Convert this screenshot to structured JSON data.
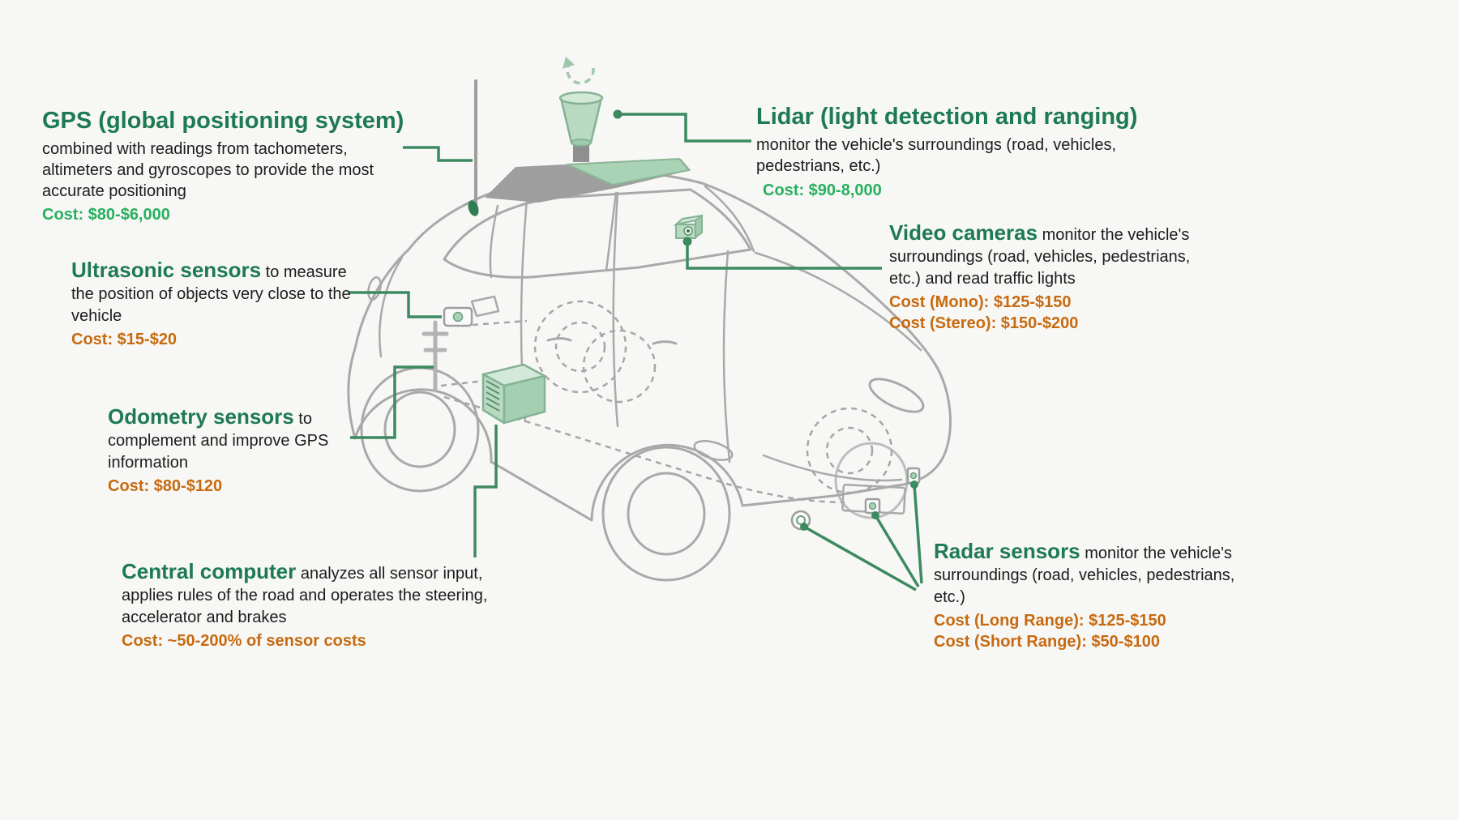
{
  "figure": {
    "alt": "Outline drawing of a self-driving car with sensor locations highlighted in green"
  },
  "colors": {
    "background": "#f7f7f5",
    "heading_green": "#1d7a52",
    "cost_green": "#27b05e",
    "cost_orange": "#c76a10",
    "connector_green": "#3c8a60",
    "car_outline_gray": "#a9a9a9",
    "sensor_fill_green": "#b7dac1"
  },
  "labels": {
    "gps": {
      "title": "GPS (global positioning system)",
      "description": "combined with readings from tachometers, altimeters and gyroscopes to provide the most accurate positioning",
      "cost": "Cost: $80-$6,000"
    },
    "lidar": {
      "title": "Lidar (light detection and ranging)",
      "description": "monitor the vehicle's surroundings (road, vehicles, pedestrians, etc.)",
      "cost": "Cost: $90-8,000"
    },
    "video_cameras": {
      "title": "Video cameras",
      "description": " monitor the vehicle's surroundings (road, vehicles, pedestrians, etc.) and read traffic lights",
      "cost_mono": "Cost (Mono): $125-$150",
      "cost_stereo": "Cost (Stereo): $150-$200"
    },
    "ultrasonic": {
      "title": "Ultrasonic sensors",
      "description": " to measure the position of objects very close to the vehicle",
      "cost": "Cost: $15-$20"
    },
    "odometry": {
      "title": "Odometry sensors",
      "description": " to complement and improve GPS information",
      "cost": "Cost: $80-$120"
    },
    "central_computer": {
      "title": "Central computer",
      "description": " analyzes all sensor input, applies rules of the road and operates the steering, accelerator and brakes",
      "cost": "Cost: ~50-200% of sensor costs"
    },
    "radar": {
      "title": "Radar sensors",
      "description": " monitor the vehicle's surroundings (road, vehicles, pedestrians, etc.)",
      "cost_long": "Cost (Long Range): $125-$150",
      "cost_short": "Cost (Short Range): $50-$100"
    }
  }
}
